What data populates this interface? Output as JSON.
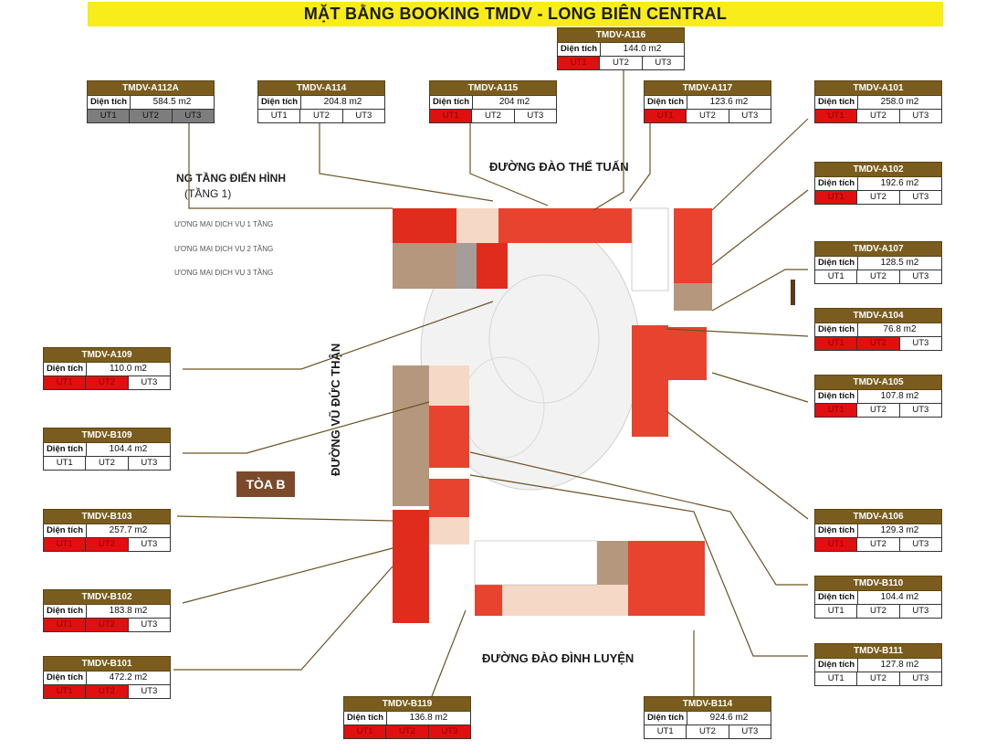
{
  "title": "MẶT BẰNG BOOKING TMDV - LONG BIÊN CENTRAL",
  "streets": {
    "top": "ĐƯỜNG ĐÀO THẾ TUẤN",
    "left": "ĐƯỜNG VŨ ĐỨC THẬN",
    "bottom": "ĐƯỜNG ĐÀO ĐÌNH LUYỆN"
  },
  "legend": {
    "title_line1": "NG TẦNG ĐIỂN HÌNH",
    "title_line2": "(TẦNG 1)",
    "item1": "ƯƠNG MẠI DỊCH VỤ 1 TẦNG",
    "item2": "ƯƠNG MẠI DỊCH VỤ 2 TẦNG",
    "item3": "ƯƠNG MẠI DỊCH VỤ 3 TẦNG"
  },
  "building_label": "TÒA B",
  "area_label": "Diện tích",
  "ut_labels": [
    "UT1",
    "UT2",
    "UT3"
  ],
  "colors": {
    "header": "#7a5d1e",
    "sold": "#e01010",
    "locked": "#7d7d7d",
    "title_bg": "#f8ec1a",
    "leader": "#6b5326"
  },
  "units": [
    {
      "code": "TMDV-A116",
      "area": "144.0 m2",
      "status": [
        "sold",
        "open",
        "open"
      ]
    },
    {
      "code": "TMDV-A112A",
      "area": "584.5 m2",
      "status": [
        "locked",
        "locked",
        "locked"
      ]
    },
    {
      "code": "TMDV-A114",
      "area": "204.8 m2",
      "status": [
        "open",
        "open",
        "open"
      ]
    },
    {
      "code": "TMDV-A115",
      "area": "204 m2",
      "status": [
        "sold",
        "open",
        "open"
      ]
    },
    {
      "code": "TMDV-A117",
      "area": "123.6 m2",
      "status": [
        "sold",
        "open",
        "open"
      ]
    },
    {
      "code": "TMDV-A101",
      "area": "258.0 m2",
      "status": [
        "sold",
        "open",
        "open"
      ]
    },
    {
      "code": "TMDV-A102",
      "area": "192.6 m2",
      "status": [
        "sold",
        "open",
        "open"
      ]
    },
    {
      "code": "TMDV-A107",
      "area": "128.5 m2",
      "status": [
        "open",
        "open",
        "open"
      ]
    },
    {
      "code": "TMDV-A104",
      "area": "76.8 m2",
      "status": [
        "sold",
        "sold",
        "open"
      ]
    },
    {
      "code": "TMDV-A105",
      "area": "107.8 m2",
      "status": [
        "sold",
        "open",
        "open"
      ]
    },
    {
      "code": "TMDV-A106",
      "area": "129.3 m2",
      "status": [
        "sold",
        "open",
        "open"
      ]
    },
    {
      "code": "TMDV-B110",
      "area": "104.4 m2",
      "status": [
        "open",
        "open",
        "open"
      ]
    },
    {
      "code": "TMDV-B111",
      "area": "127.8 m2",
      "status": [
        "open",
        "open",
        "open"
      ]
    },
    {
      "code": "TMDV-B114",
      "area": "924.6 m2",
      "status": [
        "open",
        "open",
        "open"
      ]
    },
    {
      "code": "TMDV-B119",
      "area": "136.8 m2",
      "status": [
        "sold",
        "sold",
        "sold"
      ]
    },
    {
      "code": "TMDV-A109",
      "area": "110.0 m2",
      "status": [
        "sold",
        "sold",
        "open"
      ]
    },
    {
      "code": "TMDV-B109",
      "area": "104.4 m2",
      "status": [
        "open",
        "open",
        "open"
      ]
    },
    {
      "code": "TMDV-B103",
      "area": "257.7 m2",
      "status": [
        "sold",
        "sold",
        "open"
      ]
    },
    {
      "code": "TMDV-B102",
      "area": "183.8 m2",
      "status": [
        "sold",
        "sold",
        "open"
      ]
    },
    {
      "code": "TMDV-B101",
      "area": "472.2 m2",
      "status": [
        "sold",
        "sold",
        "open"
      ]
    }
  ]
}
